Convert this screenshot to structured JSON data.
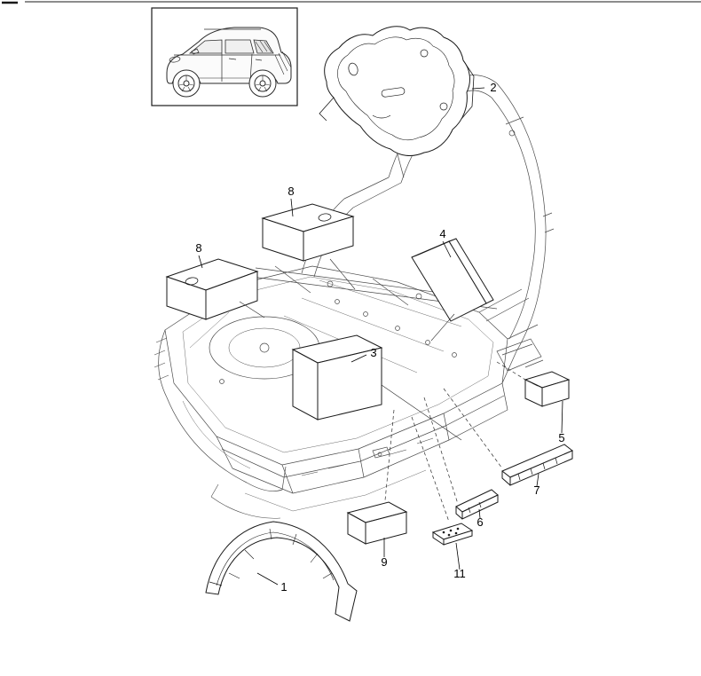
{
  "page": {
    "background": "#ffffff",
    "line_color": "#1a1a1a",
    "type": "parts-catalog-exploded-diagram"
  },
  "inset": {
    "description": "vehicle-thumbnail-suv-side-view"
  },
  "callouts": {
    "c1": {
      "label": "1"
    },
    "c2": {
      "label": "2"
    },
    "c3": {
      "label": "3"
    },
    "c4": {
      "label": "4"
    },
    "c5": {
      "label": "5"
    },
    "c6": {
      "label": "6"
    },
    "c7": {
      "label": "7"
    },
    "c8a": {
      "label": "8"
    },
    "c8b": {
      "label": "8"
    },
    "c9": {
      "label": "9"
    },
    "c11": {
      "label": "11"
    }
  }
}
